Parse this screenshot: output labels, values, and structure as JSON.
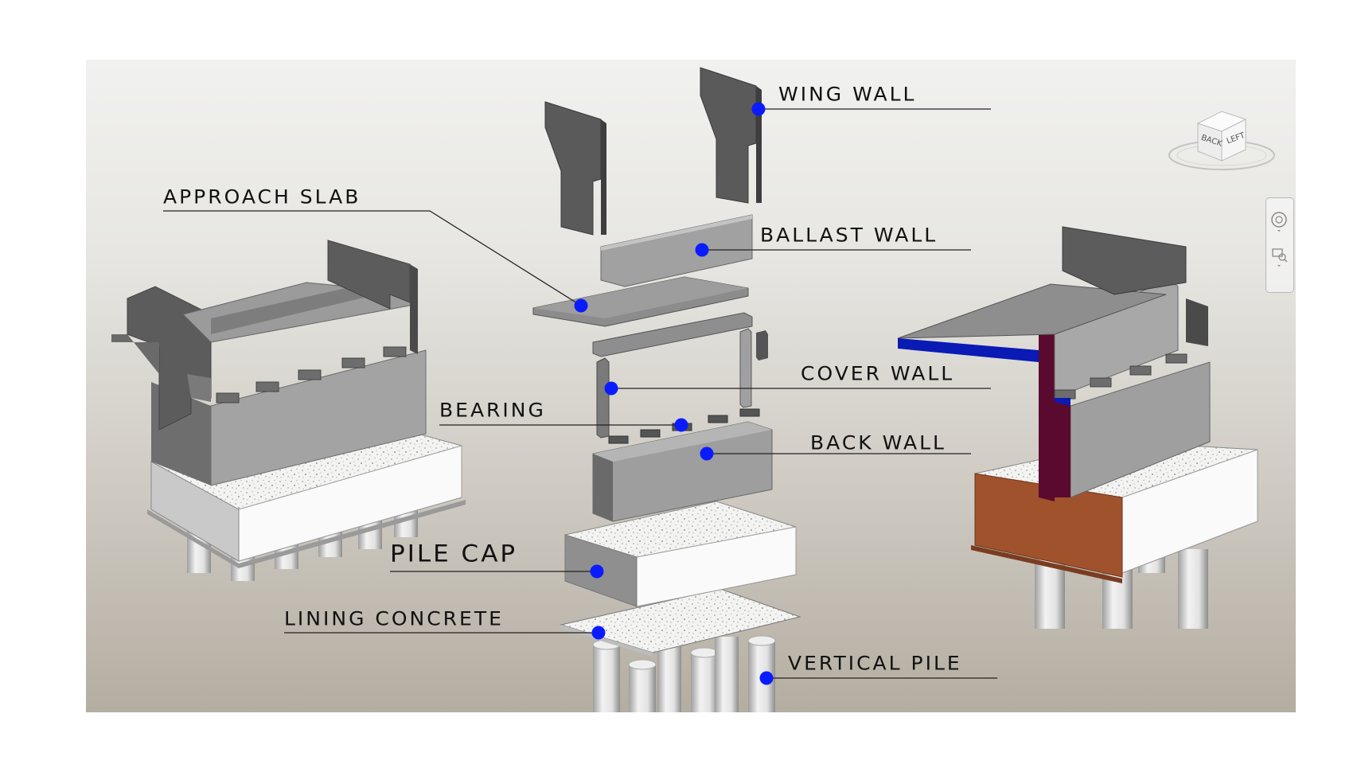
{
  "labels": {
    "wing_wall": "WING WALL",
    "approach_slab": "APPROACH SLAB",
    "ballast_wall": "BALLAST WALL",
    "cover_wall": "COVER WALL",
    "bearing": "BEARING",
    "back_wall": "BACK WALL",
    "pile_cap": "PILE CAP",
    "lining_concrete": "LINING CONCRETE",
    "vertical_pile": "VERTICAL PILE"
  },
  "viewcube": {
    "face_left": "LEFT",
    "face_back": "BACK"
  },
  "colors": {
    "marker": "#0a1cff",
    "leader": "#222222",
    "wall_dark": "#595959",
    "wall_mid": "#8c8c8c",
    "wall_light": "#b3b3b3",
    "concrete": "#f4f4f2",
    "section_blue": "#0a1ab4",
    "section_maroon": "#5a0a2e",
    "section_rust": "#a0522d"
  },
  "icons": [
    "orbit-wheel-icon",
    "zoom-window-icon"
  ]
}
